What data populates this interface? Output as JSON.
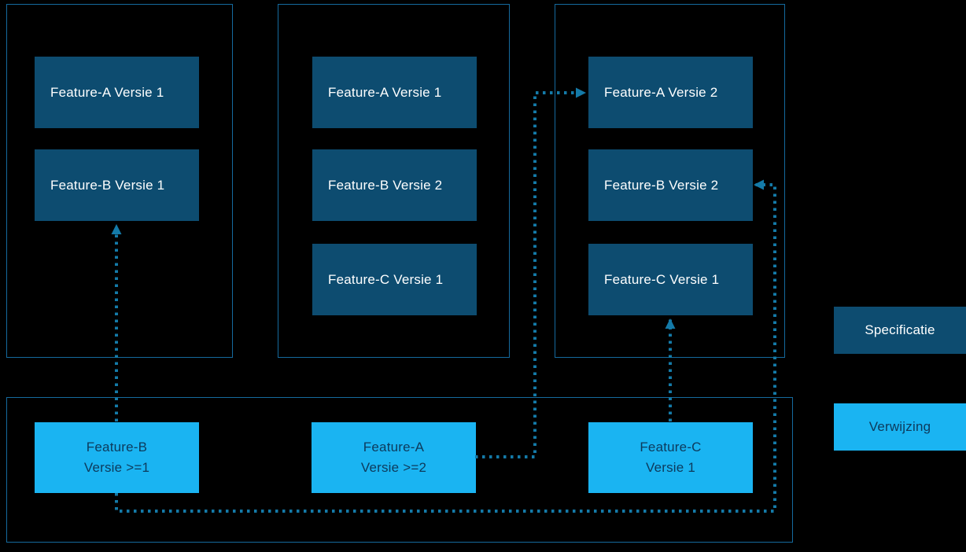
{
  "diagram": {
    "containers": [
      {
        "name": "specification-group-1",
        "boxes": [
          "Feature-A Versie 1",
          "Feature-B Versie 1"
        ]
      },
      {
        "name": "specification-group-2",
        "boxes": [
          "Feature-A Versie 1",
          "Feature-B Versie 2",
          "Feature-C Versie 1"
        ]
      },
      {
        "name": "specification-group-3",
        "boxes": [
          "Feature-A Versie 2",
          "Feature-B Versie 2",
          "Feature-C Versie 1"
        ]
      }
    ],
    "references": [
      {
        "line1": "Feature-B",
        "line2": "Versie >=1"
      },
      {
        "line1": "Feature-A",
        "line2": "Versie >=2"
      },
      {
        "line1": "Feature-C",
        "line2": "Versie 1"
      }
    ],
    "legend": {
      "specification_label": "Specificatie",
      "reference_label": "Verwijzing"
    }
  },
  "colors": {
    "background": "#000000",
    "container_border": "#156a9e",
    "spec_box": "#0d4c70",
    "spec_text": "#ffffff",
    "ref_box": "#1ab4f2",
    "ref_text": "#0d3a5c",
    "arrow": "#147aa8"
  }
}
